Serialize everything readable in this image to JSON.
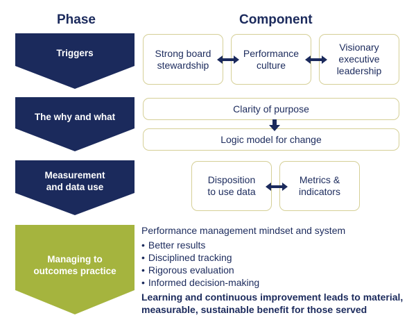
{
  "headers": {
    "phase": "Phase",
    "component": "Component"
  },
  "colors": {
    "navy": "#1b2a5c",
    "green": "#a5b43e",
    "box_border": "#d5cf96",
    "text": "#1b2a5c"
  },
  "phases": [
    {
      "label": "Triggers",
      "color": "#1b2a5c"
    },
    {
      "label": "The why and what",
      "color": "#1b2a5c"
    },
    {
      "label": "Measurement\nand data use",
      "color": "#1b2a5c"
    },
    {
      "label": "Managing to\noutcomes practice",
      "color": "#a5b43e"
    }
  ],
  "triggers": {
    "stewardship": "Strong board\nstewardship",
    "culture": "Performance\nculture",
    "leadership": "Visionary\nexecutive\nleadership"
  },
  "why_what": {
    "purpose": "Clarity of purpose",
    "logic_model": "Logic model for change"
  },
  "measurement": {
    "disposition": "Disposition\nto use data",
    "metrics": "Metrics &\nindicators"
  },
  "practice": {
    "title": "Performance management mindset and system",
    "bullets": [
      "Better results",
      "Disciplined tracking",
      "Rigorous evaluation",
      "Informed decision-making"
    ],
    "conclusion": "Learning and continuous improvement leads to material,\nmeasurable, sustainable benefit for those served"
  }
}
